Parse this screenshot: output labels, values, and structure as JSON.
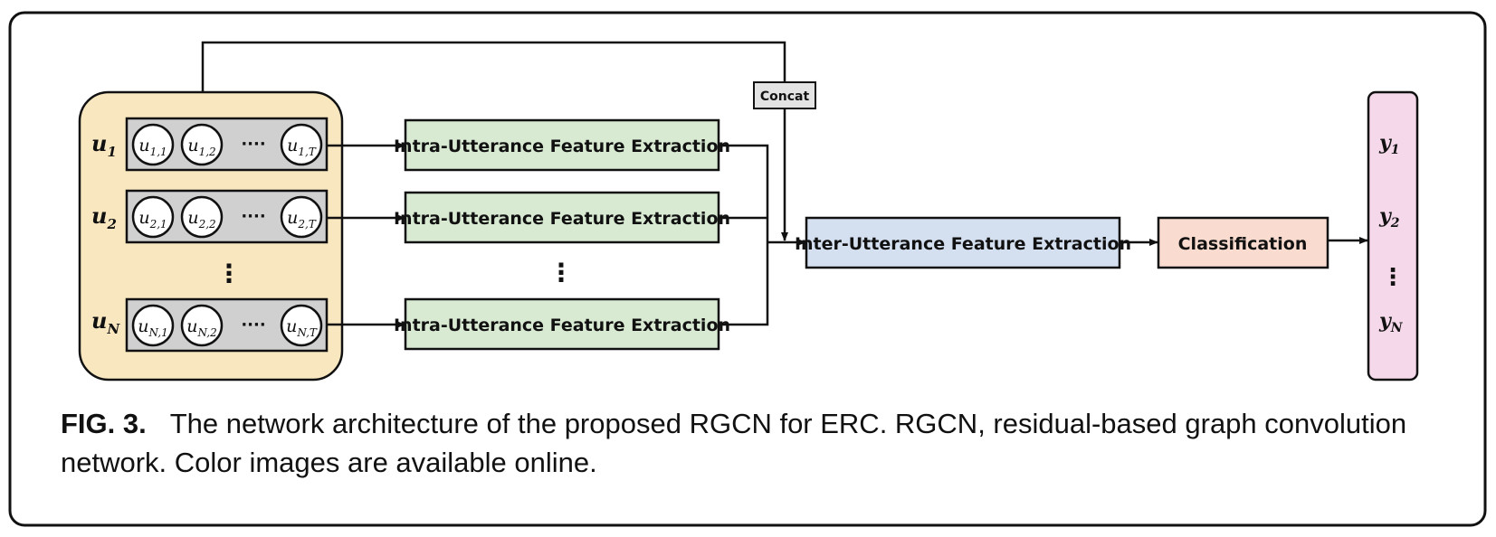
{
  "figure": {
    "caption_label": "FIG. 3.",
    "caption_text": "The network architecture of the proposed RGCN for ERC. RGCN, residual-based graph convolution network. Color images are available online."
  },
  "diagram": {
    "concat_label": "Concat",
    "utterances": [
      {
        "label": "u",
        "sub": "1",
        "tokens": [
          {
            "u": "u",
            "s": "1,1"
          },
          {
            "u": "u",
            "s": "1,2"
          },
          {
            "u": "u",
            "s": "1,T"
          }
        ]
      },
      {
        "label": "u",
        "sub": "2",
        "tokens": [
          {
            "u": "u",
            "s": "2,1"
          },
          {
            "u": "u",
            "s": "2,2"
          },
          {
            "u": "u",
            "s": "2,T"
          }
        ]
      },
      {
        "label": "u",
        "sub": "N",
        "tokens": [
          {
            "u": "u",
            "s": "N,1"
          },
          {
            "u": "u",
            "s": "N,2"
          },
          {
            "u": "u",
            "s": "N,T"
          }
        ]
      }
    ],
    "token_ellipsis": "····",
    "vertical_ellipsis": "⋮",
    "intra_label": "Intra-Utterance Feature Extraction",
    "inter_label": "Inter-Utterance Feature Extraction",
    "classification_label": "Classification",
    "outputs": [
      {
        "label": "y",
        "sub": "1"
      },
      {
        "label": "y",
        "sub": "2"
      },
      {
        "label": "y",
        "sub": "N"
      }
    ],
    "colors": {
      "utterance_panel": "#f9e7c0",
      "token_row": "#d0d0d0",
      "intra": "#d9ead3",
      "inter": "#d4dff0",
      "classification": "#f9dccf",
      "output": "#f5d9ea",
      "concat": "#e3e3e3"
    }
  }
}
